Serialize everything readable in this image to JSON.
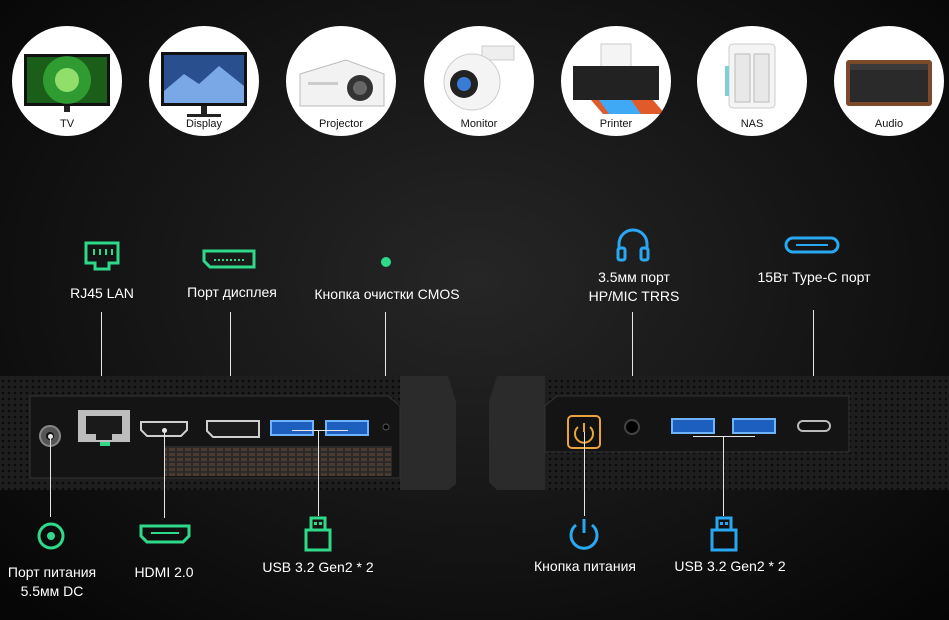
{
  "devices": [
    {
      "label": "TV",
      "icon": "tv-icon"
    },
    {
      "label": "Display",
      "icon": "display-icon"
    },
    {
      "label": "Projector",
      "icon": "projector-icon"
    },
    {
      "label": "Monitor",
      "icon": "security-camera-icon"
    },
    {
      "label": "Printer",
      "icon": "printer-icon"
    },
    {
      "label": "NAS",
      "icon": "nas-icon"
    },
    {
      "label": "Audio",
      "icon": "speaker-icon"
    }
  ],
  "ports_top": {
    "rj45": "RJ45 LAN",
    "displayport": "Порт дисплея",
    "cmos": "Кнопка очистки CMOS",
    "audio_line1": "3.5мм порт",
    "audio_line2": "HP/MIC TRRS",
    "typec": "15Вт Type-C порт"
  },
  "ports_bottom": {
    "dc_line1": "Порт питания",
    "dc_line2": "5.5мм DC",
    "hdmi": "HDMI 2.0",
    "usb_left": "USB 3.2 Gen2 * 2",
    "power": "Кнопка питания",
    "usb_right": "USB 3.2 Gen2 * 2"
  },
  "colors": {
    "green": "#2fd98a",
    "blue": "#29a8f2",
    "power_ring": "#e8a33a"
  }
}
